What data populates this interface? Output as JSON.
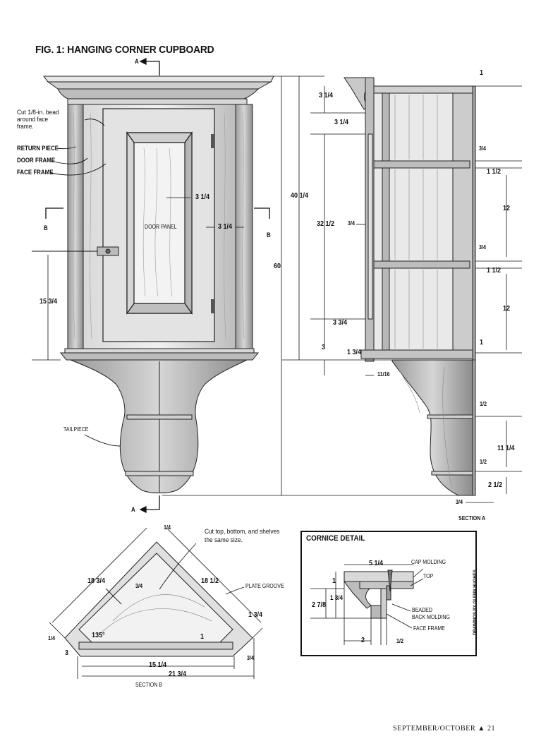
{
  "figure_title": "FIG. 1: HANGING CORNER CUPBOARD",
  "front_view": {
    "callouts": {
      "bead": "Cut 1/8-in. bead\naround face\nframe.",
      "return_piece": "RETURN PIECE",
      "door_frame": "DOOR FRAME",
      "face_frame": "FACE FRAME",
      "door_panel": "DOOR PANEL",
      "tailpiece": "TAILPIECE"
    },
    "section_marks": {
      "a": "A",
      "b": "B"
    },
    "dims": {
      "rail": "3 1/4",
      "stile": "3 1/4",
      "latch_height": "15 3/4",
      "overall": "60"
    }
  },
  "side_section": {
    "label": "SECTION A",
    "dims": {
      "top_thick": "1",
      "crown": "3 1/4",
      "upper_rail": "3 1/4",
      "total_case": "40 1/4",
      "door": "32 1/2",
      "door_gap": "3/4",
      "lower_rail": "3 3/4",
      "base": "3",
      "base_setback": "1 3/4",
      "bead": "11/16",
      "shelf_dado_1": "3/4",
      "shelf_1": "1 1/2",
      "spacing_1": "12",
      "shelf_dado_2": "3/4",
      "shelf_2": "1 1/2",
      "spacing_2": "12",
      "bottom": "1",
      "tail_shelf_1": "1/2",
      "tail": "11 1/4",
      "tail_shelf_2": "1/2",
      "tail_bottom": "2 1/2",
      "back": "3/4"
    }
  },
  "plan_view": {
    "label": "SECTION B",
    "note": "Cut top, bottom, and shelves\nthe same size.",
    "plate_groove": "PLATE GROOVE",
    "angle": "135°",
    "dims": {
      "top_edge": "1/4",
      "left_side": "18 3/4",
      "right_side": "18 1/2",
      "groove": "3/4",
      "right_return": "1 3/4",
      "left_return": "1/4",
      "left_3": "3",
      "front_gap": "1",
      "inner_front": "15 1/4",
      "outer_front": "21 3/4",
      "right_3_4": "3/4"
    }
  },
  "cornice_detail": {
    "title": "CORNICE DETAIL",
    "labels": {
      "cap": "CAP MOLDING",
      "top": "TOP",
      "beaded": "BEADED\nBACK MOLDING",
      "face": "FACE FRAME"
    },
    "dims": {
      "width": "5 1/4",
      "top": "1",
      "bead": "1 3/4",
      "total": "2 7/8",
      "setback": "2",
      "gap": "1/2"
    }
  },
  "credit": "DRAWINGS BY GLENN HUGHES",
  "footer": "SEPTEMBER/OCTOBER ▲ 21"
}
